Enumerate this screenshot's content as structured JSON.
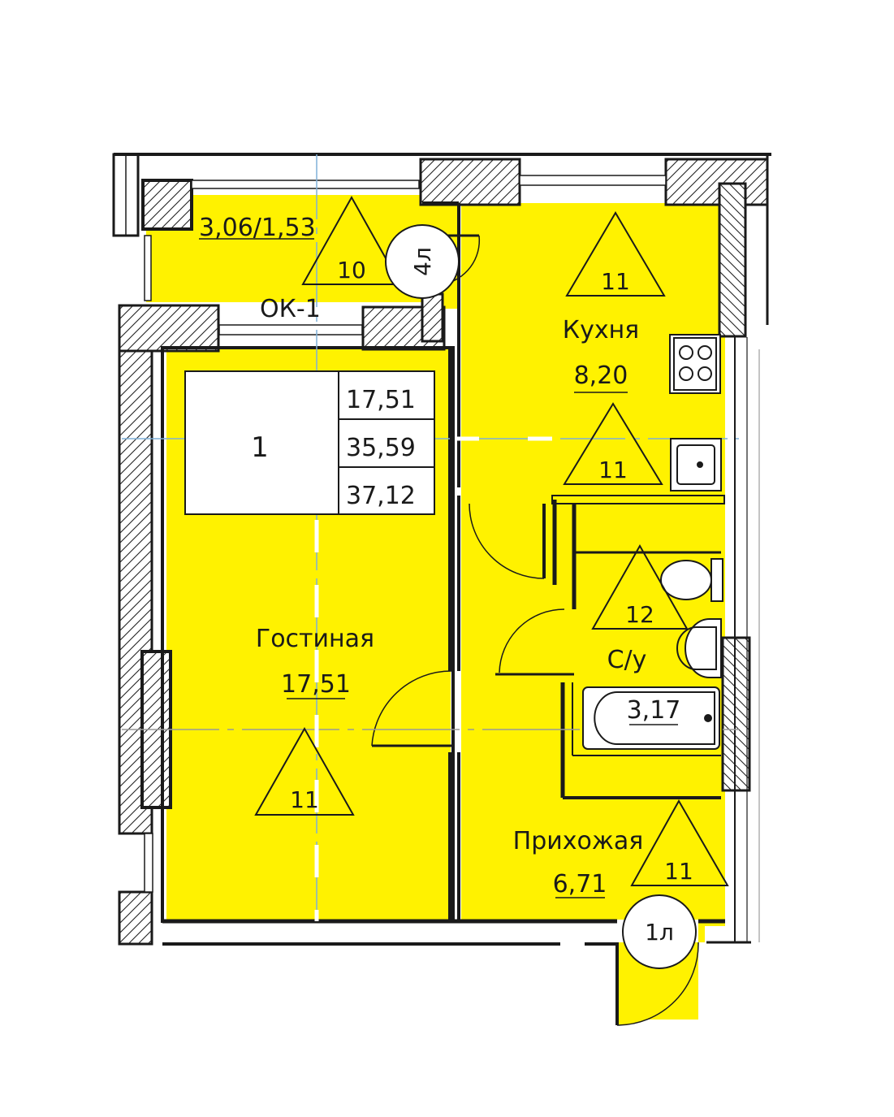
{
  "unit": {
    "number": "1",
    "living_area": "17,51",
    "total_area": "35,59",
    "total_area_with_balcony": "37,12"
  },
  "window_label": "ОК-1",
  "rooms": {
    "balcony": {
      "area": "3,06/1,53",
      "marker": "10"
    },
    "kitchen": {
      "name": "Кухня",
      "area": "8,20",
      "marker_top": "11",
      "marker_bottom": "11"
    },
    "living": {
      "name": "Гостиная",
      "area": "17,51",
      "marker": "11"
    },
    "bathroom": {
      "name": "С/у",
      "area": "3,17",
      "marker": "12"
    },
    "hall": {
      "name": "Прихожая",
      "area": "6,71",
      "marker": "11"
    }
  },
  "doors": {
    "balcony_door": "4л",
    "entrance_door": "1л"
  },
  "colors": {
    "room_fill": "#FFF200",
    "wall_line": "#1a1a1a",
    "axis_line": "#7fb0d8"
  },
  "icons": [
    "stove-icon",
    "sink-icon",
    "toilet-icon",
    "washbasin-icon",
    "bathtub-icon"
  ]
}
